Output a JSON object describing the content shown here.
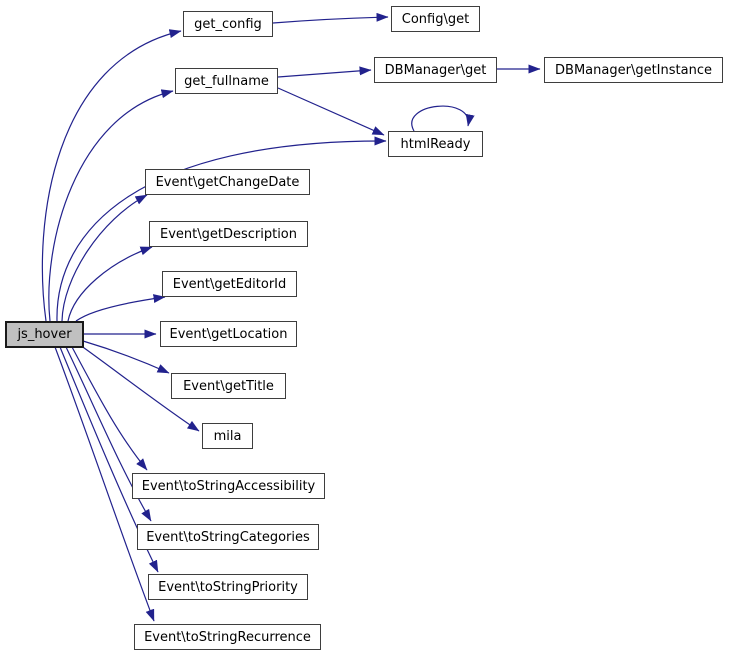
{
  "diagram": {
    "type": "call-graph",
    "focus_node": "js_hover",
    "colors": {
      "background": "#ffffff",
      "edge": "#22228d",
      "node_border": "#3e3e3e",
      "node_fill": "#ffffff",
      "focus_node_fill": "#c0c0c0",
      "text": "#000000"
    },
    "nodes": [
      {
        "id": "js_hover",
        "label": "js_hover"
      },
      {
        "id": "get_config",
        "label": "get_config"
      },
      {
        "id": "config_get",
        "label": "Config\\get"
      },
      {
        "id": "get_fullname",
        "label": "get_fullname"
      },
      {
        "id": "dbmanager_get",
        "label": "DBManager\\get"
      },
      {
        "id": "dbmanager_getinstance",
        "label": "DBManager\\getInstance"
      },
      {
        "id": "htmlready",
        "label": "htmlReady"
      },
      {
        "id": "event_getchangedate",
        "label": "Event\\getChangeDate"
      },
      {
        "id": "event_getdescription",
        "label": "Event\\getDescription"
      },
      {
        "id": "event_geteditorid",
        "label": "Event\\getEditorId"
      },
      {
        "id": "event_getlocation",
        "label": "Event\\getLocation"
      },
      {
        "id": "event_gettitle",
        "label": "Event\\getTitle"
      },
      {
        "id": "mila",
        "label": "mila"
      },
      {
        "id": "event_tostringaccessibility",
        "label": "Event\\toStringAccessibility"
      },
      {
        "id": "event_tostringcategories",
        "label": "Event\\toStringCategories"
      },
      {
        "id": "event_tostringpriority",
        "label": "Event\\toStringPriority"
      },
      {
        "id": "event_tostringrecurrence",
        "label": "Event\\toStringRecurrence"
      }
    ],
    "edges": [
      {
        "from": "js_hover",
        "to": "get_config"
      },
      {
        "from": "js_hover",
        "to": "get_fullname"
      },
      {
        "from": "js_hover",
        "to": "htmlReady"
      },
      {
        "from": "js_hover",
        "to": "Event\\getChangeDate"
      },
      {
        "from": "js_hover",
        "to": "Event\\getDescription"
      },
      {
        "from": "js_hover",
        "to": "Event\\getEditorId"
      },
      {
        "from": "js_hover",
        "to": "Event\\getLocation"
      },
      {
        "from": "js_hover",
        "to": "Event\\getTitle"
      },
      {
        "from": "js_hover",
        "to": "mila"
      },
      {
        "from": "js_hover",
        "to": "Event\\toStringAccessibility"
      },
      {
        "from": "js_hover",
        "to": "Event\\toStringCategories"
      },
      {
        "from": "js_hover",
        "to": "Event\\toStringPriority"
      },
      {
        "from": "js_hover",
        "to": "Event\\toStringRecurrence"
      },
      {
        "from": "get_config",
        "to": "Config\\get"
      },
      {
        "from": "get_fullname",
        "to": "DBManager\\get"
      },
      {
        "from": "get_fullname",
        "to": "htmlReady"
      },
      {
        "from": "DBManager\\get",
        "to": "DBManager\\getInstance"
      },
      {
        "from": "htmlReady",
        "to": "htmlReady"
      }
    ]
  }
}
